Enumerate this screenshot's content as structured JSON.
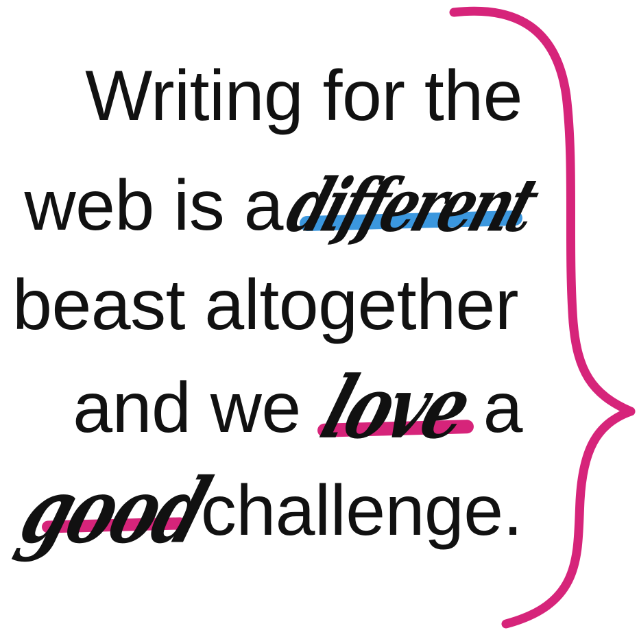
{
  "quote": {
    "lines": [
      {
        "text": "Writing for the"
      },
      {
        "before": "web is a",
        "script": "different"
      },
      {
        "text": "beast altogether"
      },
      {
        "before": "and we",
        "script": "love",
        "after": "a"
      },
      {
        "script": "good",
        "after": "challenge."
      }
    ]
  },
  "colors": {
    "text": "#111111",
    "brace": "#D6247A",
    "highlight_blue": "#3B97DE",
    "highlight_pink": "#D6247A"
  },
  "icons": {
    "brace": "curly-brace-icon"
  }
}
